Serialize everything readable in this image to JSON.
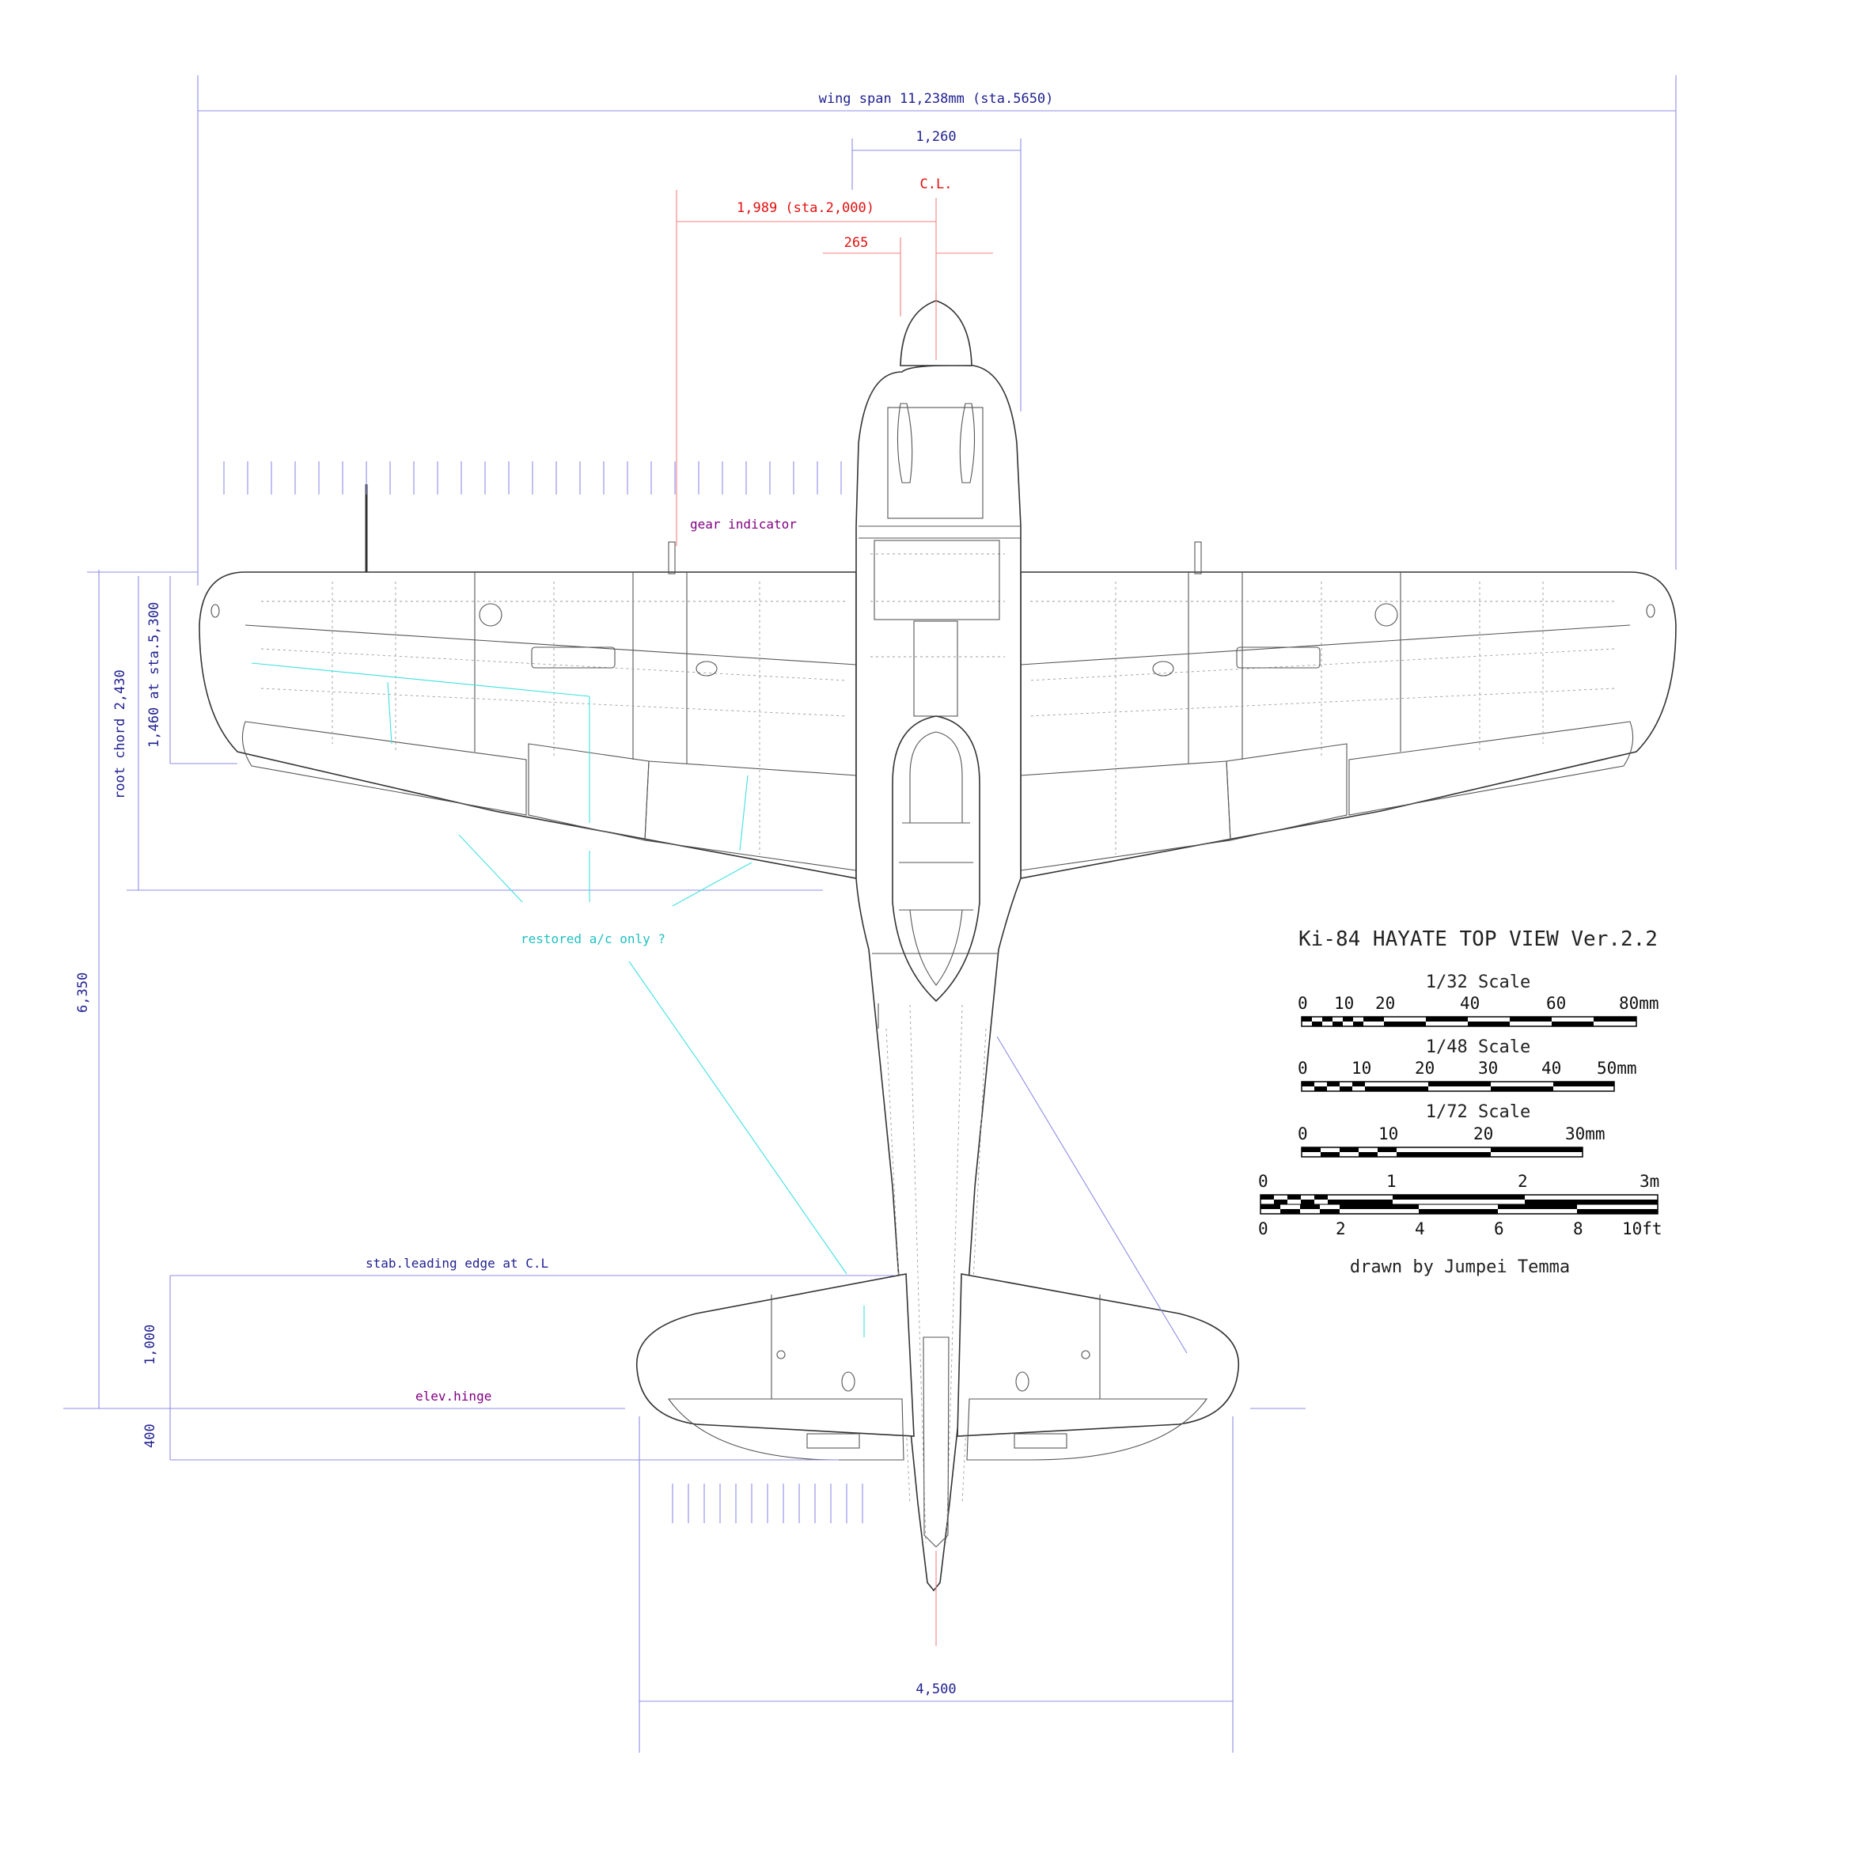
{
  "dimensions": {
    "wing_span": "wing span 11,238mm (sta.5650)",
    "width_1260": "1,260",
    "center_line": "C.L.",
    "station_1989": "1,989 (sta.2,000)",
    "offset_265": "265",
    "root_chord": "root chord 2,430",
    "chord_1460": "1,460 at sta.5,300",
    "length_6350": "6,350",
    "dim_1000": "1,000",
    "dim_400": "400",
    "tail_span": "4,500"
  },
  "notes": {
    "gear_indicator": "gear indicator",
    "restored": "restored a/c only ?",
    "stab_leading_edge": "stab.leading edge at C.L",
    "elev_hinge": "elev.hinge"
  },
  "title_block": {
    "title": "Ki-84 HAYATE TOP VIEW Ver.2.2",
    "scale_32": {
      "label": "1/32 Scale",
      "ticks": [
        "0",
        "10",
        "20",
        "40",
        "60",
        "80mm"
      ]
    },
    "scale_48": {
      "label": "1/48 Scale",
      "ticks": [
        "0",
        "10",
        "20",
        "30",
        "40",
        "50mm"
      ]
    },
    "scale_72": {
      "label": "1/72 Scale",
      "ticks": [
        "0",
        "10",
        "20",
        "30mm"
      ]
    },
    "scale_metric": {
      "ticks": [
        "0",
        "1",
        "2",
        "3m"
      ]
    },
    "scale_feet": {
      "ticks": [
        "0",
        "2",
        "4",
        "6",
        "8",
        "10ft"
      ]
    },
    "credit": "drawn by  Jumpei Temma"
  },
  "colors": {
    "dimension_blue": "#1f1f8f",
    "dimension_line": "#8c8ce8",
    "center_red": "#e01010",
    "note_purple": "#800080",
    "note_cyan": "#20c0c0",
    "outline": "#333333"
  }
}
